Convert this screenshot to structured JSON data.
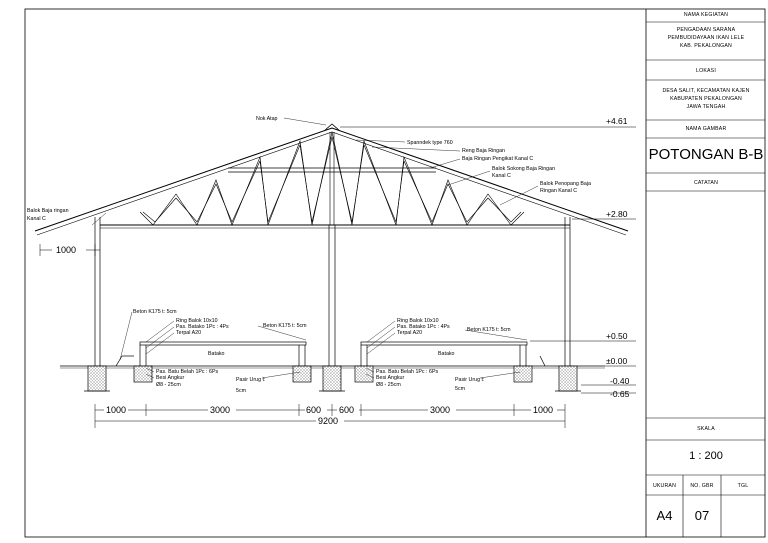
{
  "drawing": {
    "levels": [
      "+4.61",
      "+2.80",
      "+0.50",
      "±0.00",
      "-0.40",
      "-0.65"
    ],
    "dimensions": {
      "overhang_top": "1000",
      "bottom": [
        "1000",
        "3000",
        "600",
        "600",
        "3000",
        "1000"
      ],
      "total": "9200"
    },
    "labels": {
      "nok_atap": "Nok Atap",
      "spandek": "Spanndek type 760",
      "reng": "Reng Baja Ringan",
      "pengikat": "Baja Ringan Pengikat Kanal C",
      "sokong": [
        "Balok Sokong Baja Ringan",
        "Kanal C"
      ],
      "penopang": [
        "Balok Penopang Baja",
        "Ringan Kanal C"
      ],
      "balok_left": [
        "Balok Baja ringan",
        "Kanal C"
      ],
      "beton_left": "Beton K175 t: 5cm",
      "ring_left": "Ring Balok 10x10",
      "pas_batako_left": "Pas. Batako 1Pc : 4Ps",
      "terpal_left": "Terpal A20",
      "beton_mid_left": "Beton K175 t: 5cm",
      "ring_right": "Ring Balok 10x10",
      "pas_batako_right": "Pas. Batako 1Pc : 4Ps",
      "terpal_right": "Terpal A20",
      "beton_right": "Beton K175 t: 5cm",
      "batako": "Batako",
      "pas_batu_left": "Pas. Batu Belah 1Pc : 6Ps",
      "besi_left": "Besi Angkur",
      "besi_size_left": "Ø8 - 25cm",
      "pasir_left": [
        "Pasir Urug t:",
        "5cm"
      ],
      "pas_batu_right": "Pas. Batu Belah 1Pc : 6Ps",
      "besi_right": "Besi Angkur",
      "besi_size_right": "Ø8 - 25cm",
      "pasir_right": [
        "Pasir Urug t:",
        "5cm"
      ]
    }
  },
  "titleblock": {
    "nama_kegiatan_label": "NAMA KEGIATAN",
    "nama_kegiatan": [
      "PENGADAAN SARANA",
      "PEMBUDIDAYAAN IKAN LELE",
      "KAB. PEKALONGAN"
    ],
    "lokasi_label": "LOKASI",
    "lokasi": [
      "DESA SALIT, KECAMATAN KAJEN",
      "KABUPATEN PEKALONGAN",
      "JAWA TENGAH"
    ],
    "nama_gambar_label": "NAMA GAMBAR",
    "nama_gambar": "POTONGAN B-B",
    "catatan_label": "CATATAN",
    "skala_label": "SKALA",
    "skala": "1 : 200",
    "ukuran_label": "UKURAN",
    "no_gbr_label": "NO. GBR",
    "tgl_label": "TGL",
    "ukuran": "A4",
    "no_gbr": "07",
    "tgl": ""
  }
}
